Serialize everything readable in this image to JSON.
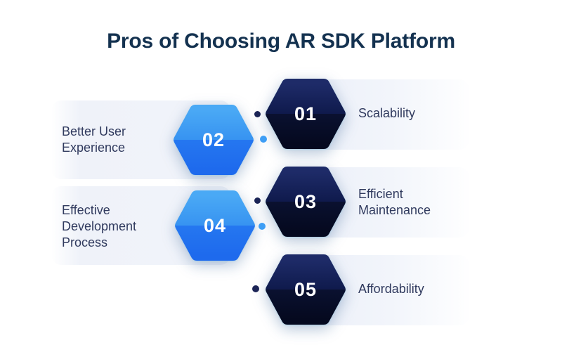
{
  "title": "Pros of Choosing AR SDK Platform",
  "items": [
    {
      "number": "01",
      "label": "Scalability",
      "side": "right",
      "variant": "dark-navy"
    },
    {
      "number": "02",
      "label": "Better User Experience",
      "side": "left",
      "variant": "blue"
    },
    {
      "number": "03",
      "label": "Efficient Maintenance",
      "side": "right",
      "variant": "dark-navy"
    },
    {
      "number": "04",
      "label": "Effective Development Process",
      "side": "left",
      "variant": "blue"
    },
    {
      "number": "05",
      "label": "Affordability",
      "side": "right",
      "variant": "dark-navy"
    }
  ],
  "colors": {
    "background": "#ffffff",
    "title_text": "#143250",
    "label_text": "#303a5e",
    "number_text": "#ffffff",
    "hex_dark_top": "#1e2b68",
    "hex_dark_bottom": "#060a22",
    "hex_blue_top": "#4aa9f5",
    "hex_blue_bottom": "#1e6aed",
    "dot_dark": "#1b2456",
    "dot_blue": "#3e9ef5",
    "bar_tint": "#eef2f9"
  }
}
